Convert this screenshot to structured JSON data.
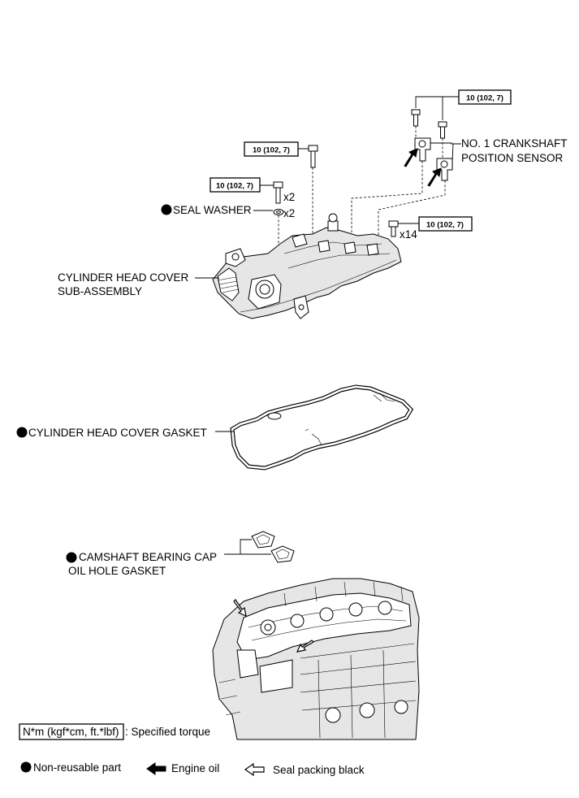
{
  "torque_spec": "10 (102, 7)",
  "labels": {
    "crank_sensor_line1": "NO. 1 CRANKSHAFT",
    "crank_sensor_line2": "POSITION SENSOR",
    "seal_washer": "SEAL WASHER",
    "head_cover_line1": "CYLINDER HEAD COVER",
    "head_cover_line2": "SUB-ASSEMBLY",
    "head_cover_gasket": "CYLINDER HEAD COVER GASKET",
    "cam_cap_line1": "CAMSHAFT BEARING CAP",
    "cam_cap_line2": "OIL HOLE GASKET"
  },
  "quantities": {
    "bolt_pair": "x2",
    "washer_pair": "x2",
    "cover_bolts": "x14"
  },
  "legend": {
    "torque_unit": "N*m (kgf*cm, ft.*lbf)",
    "torque_text": ": Specified torque",
    "non_reusable": "Non-reusable part",
    "engine_oil": "Engine oil",
    "seal_packing": "Seal packing black"
  },
  "icons": {
    "non_reusable": "filled-circle-icon",
    "engine_oil": "solid-arrow-icon",
    "seal_packing": "hollow-arrow-icon"
  }
}
